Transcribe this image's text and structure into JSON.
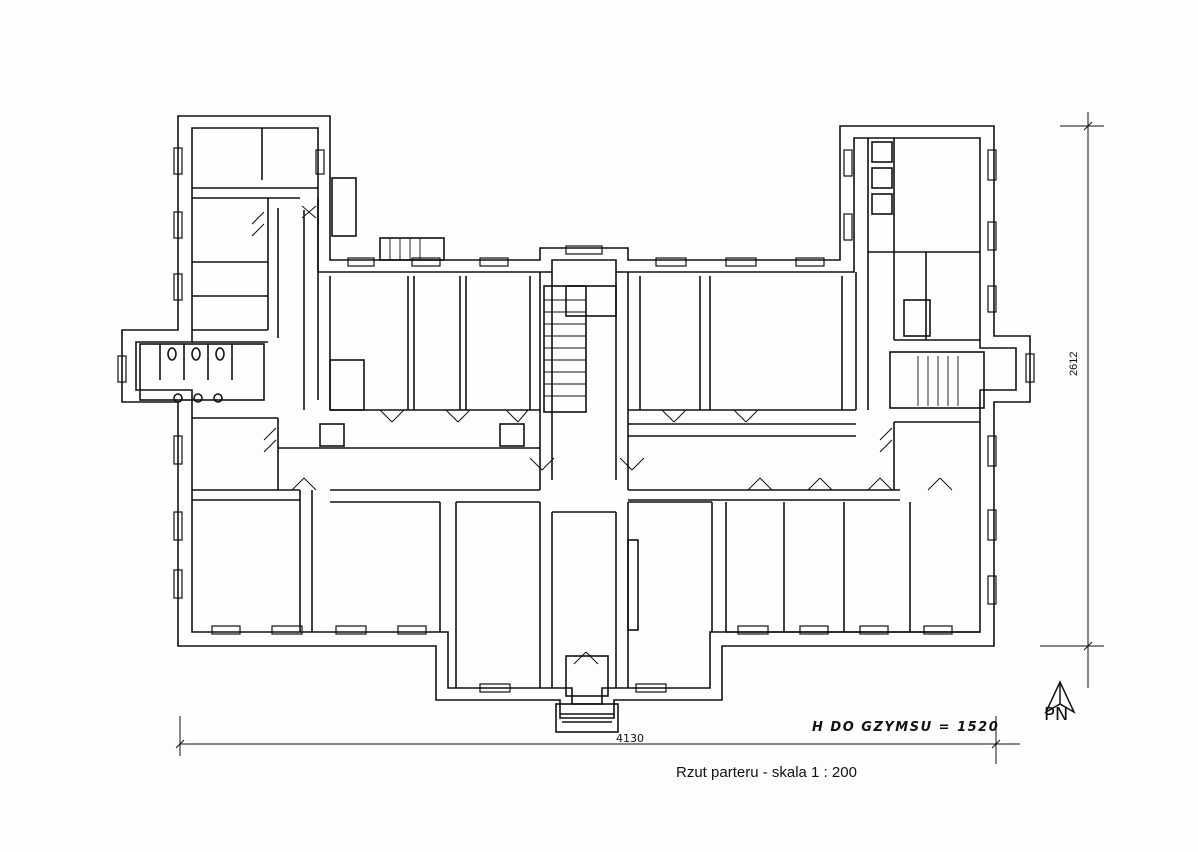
{
  "drawing": {
    "caption": "Rzut parteru  - skala  1 : 200",
    "width_dimension": "4130",
    "depth_dimension": "2612",
    "height_note": "H DO GZYMSU = 1520",
    "north_label": "PN"
  },
  "colors": {
    "ink": "#111111",
    "paper": "#fdfdfd"
  }
}
